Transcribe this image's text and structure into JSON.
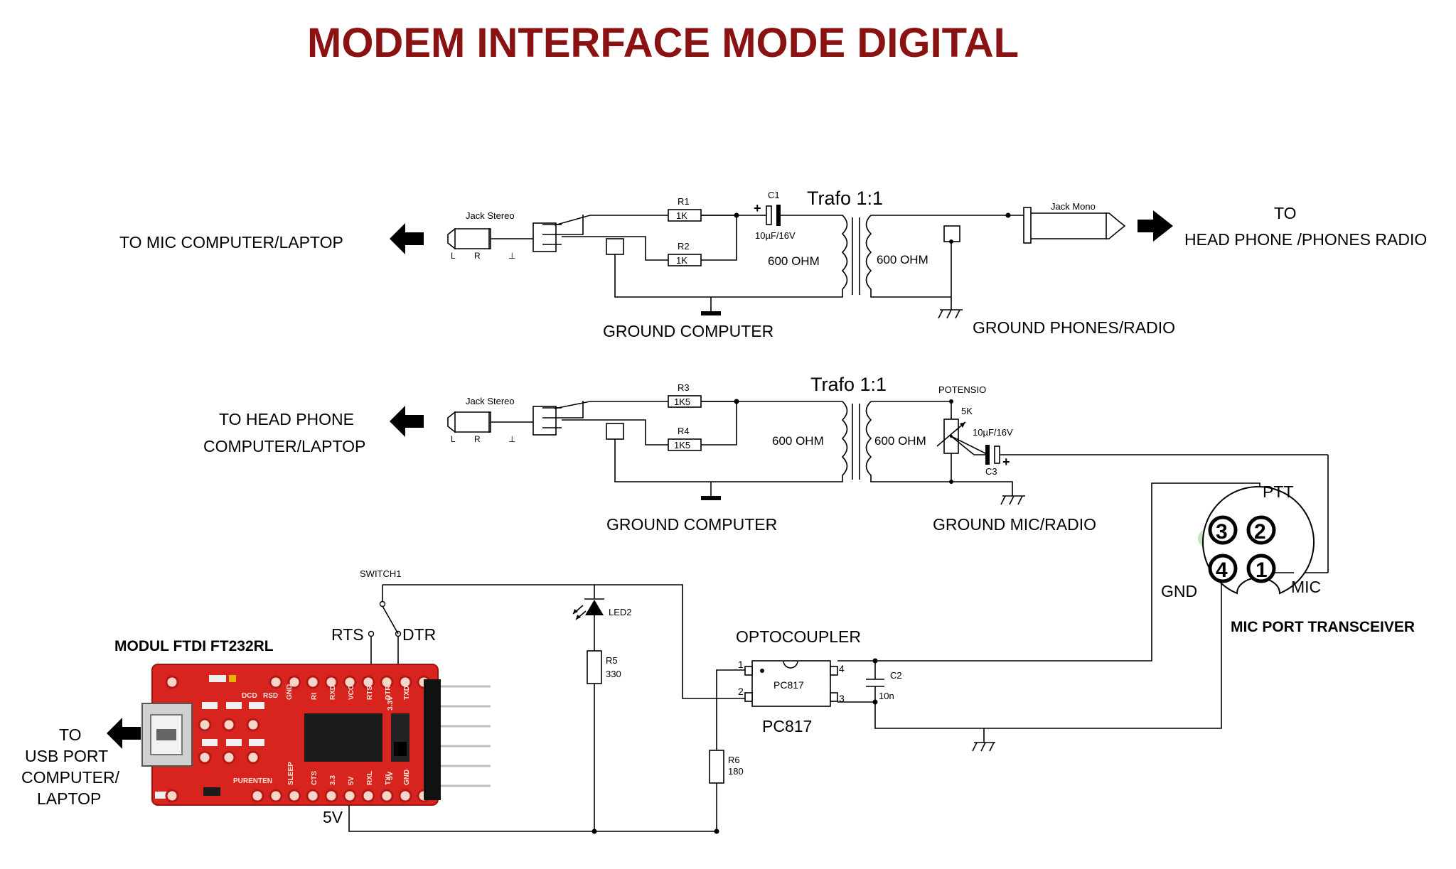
{
  "title": "MODEM INTERFACE MODE DIGITAL",
  "labels": {
    "to_mic_computer": "TO MIC COMPUTER/LAPTOP",
    "to_headphone_radio_1": "TO",
    "to_headphone_radio_2": "HEAD PHONE /PHONES RADIO",
    "to_head_phone_1": "TO HEAD PHONE",
    "to_head_phone_2": "COMPUTER/LAPTOP",
    "ground_computer_1": "GROUND COMPUTER",
    "ground_phones_radio": "GROUND PHONES/RADIO",
    "ground_computer_2": "GROUND COMPUTER",
    "ground_mic_radio": "GROUND MIC/RADIO",
    "to_usb_1": "TO",
    "to_usb_2": "USB PORT",
    "to_usb_3": "COMPUTER/",
    "to_usb_4": "LAPTOP",
    "modul_ftdi": "MODUL FTDI FT232RL",
    "optocoupler": "OPTOCOUPLER",
    "mic_port": "MIC PORT TRANSCEIVER",
    "five_v": "5V",
    "rts": "RTS",
    "dtr": "DTR",
    "switch1": "SWITCH1"
  },
  "circuit1": {
    "jack_stereo": "Jack Stereo",
    "jack_l": "L",
    "jack_r": "R",
    "jack_g": "⊥",
    "r1_name": "R1",
    "r1_value": "1K",
    "r2_name": "R2",
    "r2_value": "1K",
    "c1_name": "C1",
    "c1_value": "10µF/16V",
    "trafo": "Trafo 1:1",
    "ohm_left": "600 OHM",
    "ohm_right": "600 OHM",
    "jack_mono": "Jack Mono",
    "plus": "+"
  },
  "circuit2": {
    "jack_stereo": "Jack Stereo",
    "jack_l": "L",
    "jack_r": "R",
    "jack_g": "⊥",
    "r3_name": "R3",
    "r3_value": "1K5",
    "r4_name": "R4",
    "r4_value": "1K5",
    "trafo": "Trafo 1:1",
    "ohm_left": "600 OHM",
    "ohm_right": "600 OHM",
    "potensio": "POTENSIO",
    "pot_value": "5K",
    "c3_name": "C3",
    "c3_value": "10µF/16V",
    "plus": "+"
  },
  "circuit3": {
    "led_name": "LED2",
    "r5_name": "R5",
    "r5_value": "330",
    "r6_name": "R6",
    "r6_value": "180",
    "opto_part": "PC817",
    "opto_label": "PC817",
    "pin1": "1",
    "pin2": "2",
    "pin3": "3",
    "pin4": "4",
    "c2_name": "C2",
    "c2_value": "10n"
  },
  "mic_connector": {
    "ptt": "PTT",
    "gnd": "GND",
    "mic": "MIC",
    "pin1": "1",
    "pin2": "2",
    "pin3": "3",
    "pin4": "4"
  },
  "ftdi_board": {
    "top_pins": [
      "DCD",
      "RSD",
      "GND",
      "RI",
      "RXD",
      "VCC",
      "RTS",
      "DTR",
      "TXD"
    ],
    "bottom_pins": [
      "CTS",
      "3.3",
      "5V",
      "RXL",
      "TXL",
      "GND"
    ],
    "side_labels": [
      "3.3V",
      "5V"
    ],
    "brand": "PURENTEN",
    "sleep": "SLEEP"
  },
  "colors": {
    "title": "#8b1212",
    "board_red": "#d8241e",
    "board_dark": "#b81813",
    "chip": "#1c1c1c",
    "pin_gold": "#e6b400",
    "connector_green": "#8ed08a"
  }
}
